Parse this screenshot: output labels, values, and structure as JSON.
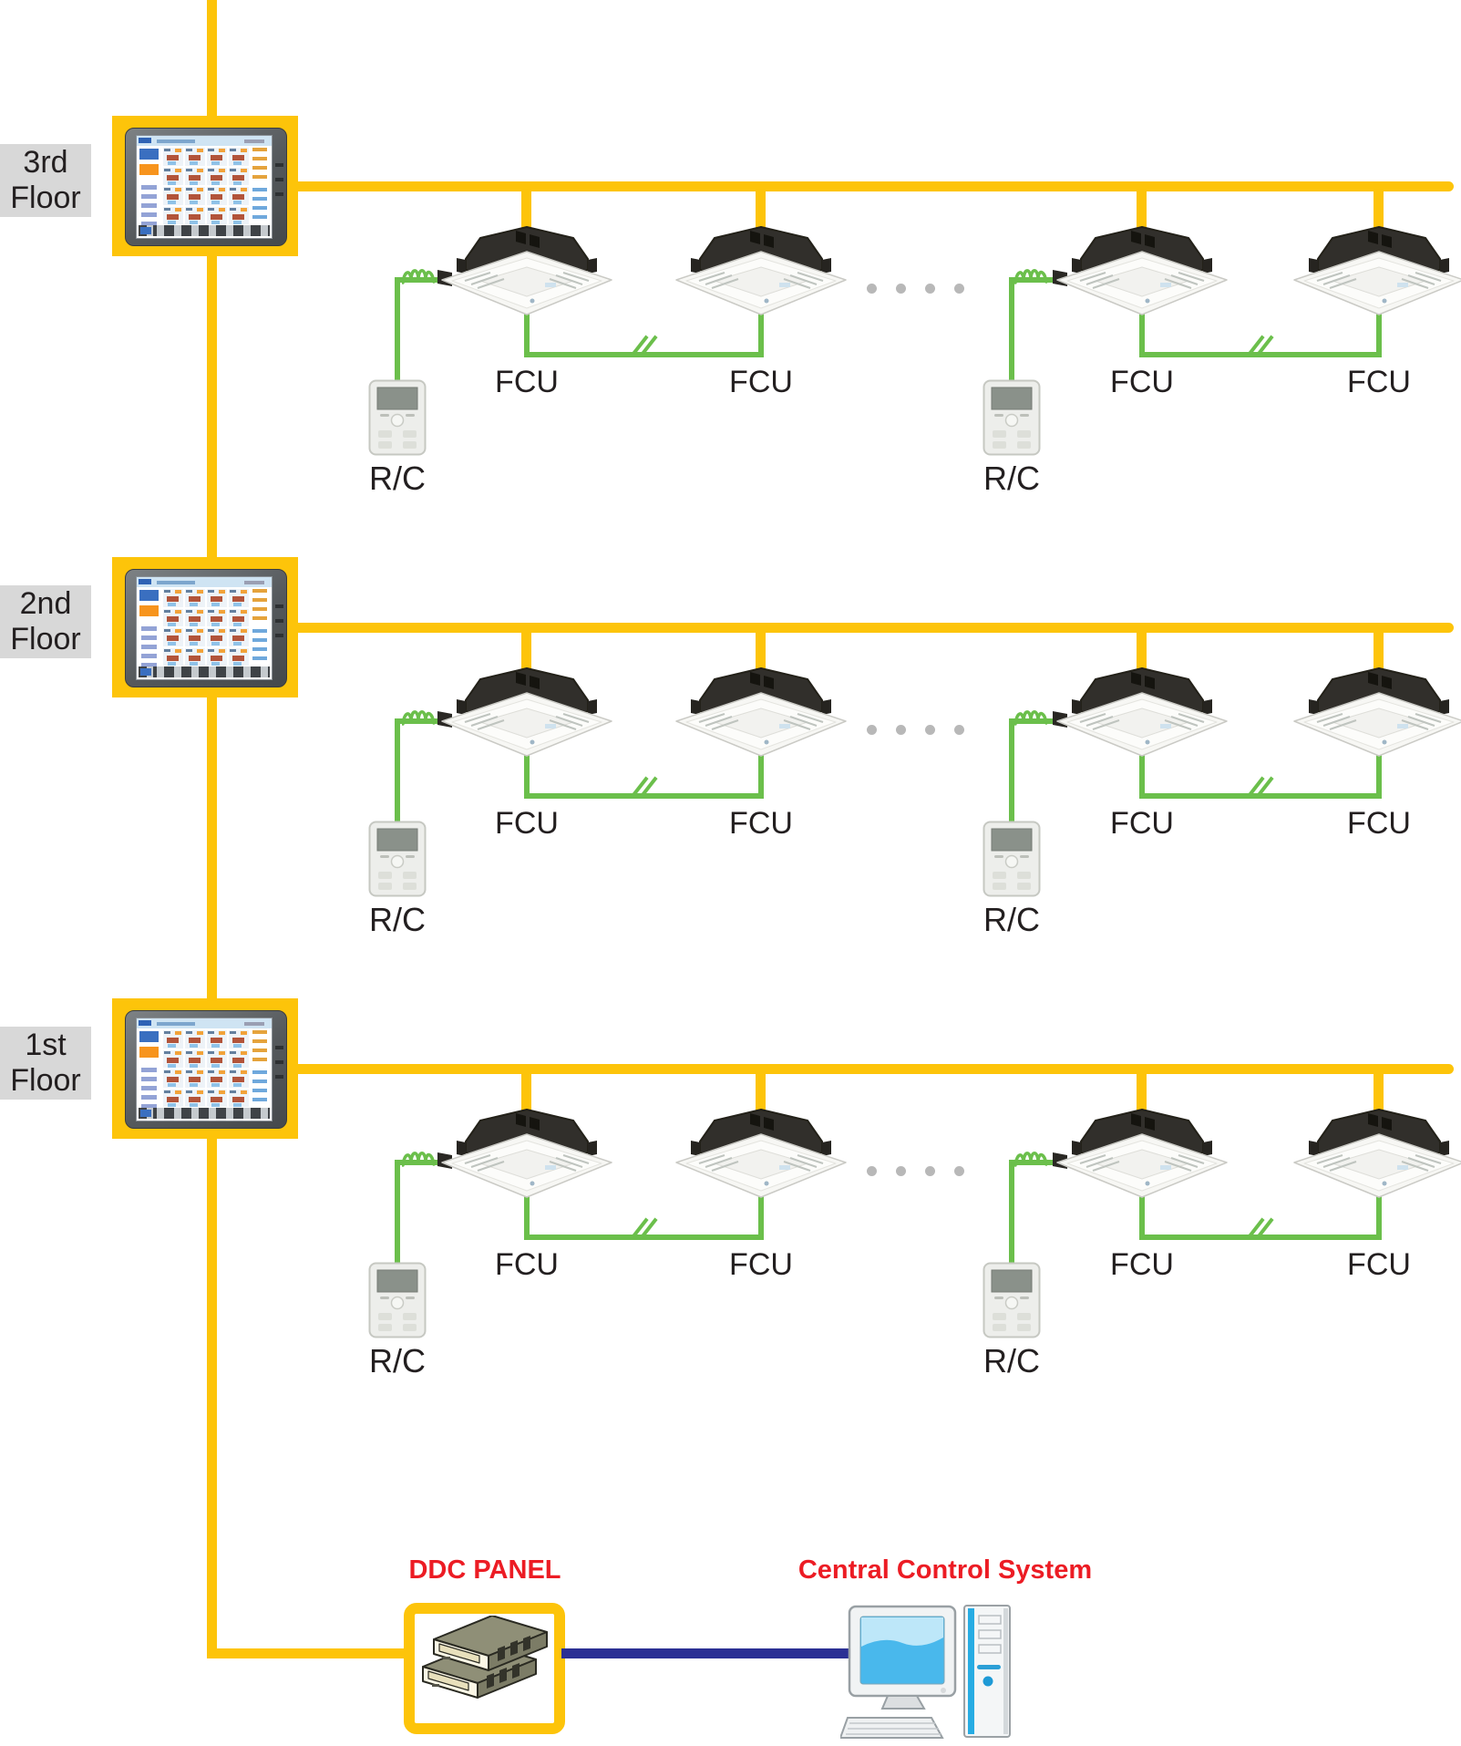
{
  "diagram": {
    "floors": [
      {
        "lines": [
          "3rd",
          "Floor"
        ]
      },
      {
        "lines": [
          "2nd",
          "Floor"
        ]
      },
      {
        "lines": [
          "1st",
          "Floor"
        ]
      }
    ],
    "labels": {
      "fcu": "FCU",
      "remote": "R/C",
      "ddc_panel": "DDC PANEL",
      "central_control": "Central Control System"
    },
    "units_per_floor": {
      "fcu_count": 4,
      "remote_count": 2
    },
    "icons": {
      "fcu": "ceiling-cassette-unit",
      "remote": "wall-remote-controller",
      "controller": "touchscreen-floor-controller",
      "ddc": "stacked-ddc-controller-units",
      "computer": "desktop-pc",
      "coil": "wire-coil",
      "break": "line-break-slashes",
      "dots": "continuation-ellipsis"
    },
    "colors": {
      "bus": "#FDC40A",
      "wire": "#6BBF4B",
      "link": "#2B3094",
      "caption": "#EC1C24",
      "floor_label_bg": "#D8D8D8",
      "dots": "#B8B8B8"
    }
  }
}
